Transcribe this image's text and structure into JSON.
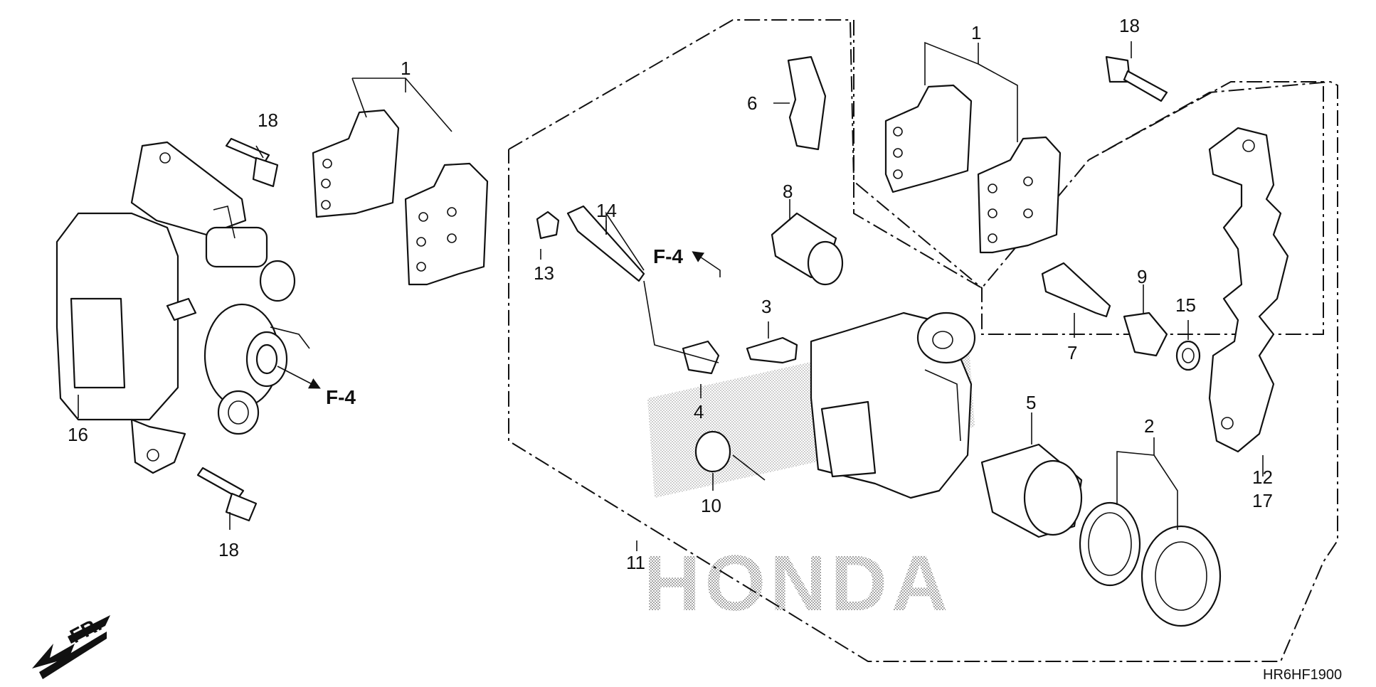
{
  "diagram": {
    "watermark": "HONDA",
    "diagram_code": "HR6HF1900",
    "direction_label": "FR.",
    "callouts": [
      {
        "id": "c-1a",
        "label": "1"
      },
      {
        "id": "c-1b",
        "label": "1"
      },
      {
        "id": "c-2",
        "label": "2"
      },
      {
        "id": "c-3",
        "label": "3"
      },
      {
        "id": "c-4",
        "label": "4"
      },
      {
        "id": "c-5",
        "label": "5"
      },
      {
        "id": "c-6",
        "label": "6"
      },
      {
        "id": "c-7",
        "label": "7"
      },
      {
        "id": "c-8",
        "label": "8"
      },
      {
        "id": "c-9",
        "label": "9"
      },
      {
        "id": "c-10",
        "label": "10"
      },
      {
        "id": "c-11",
        "label": "11"
      },
      {
        "id": "c-12",
        "label": "12"
      },
      {
        "id": "c-13",
        "label": "13"
      },
      {
        "id": "c-14",
        "label": "14"
      },
      {
        "id": "c-15",
        "label": "15"
      },
      {
        "id": "c-16",
        "label": "16"
      },
      {
        "id": "c-17",
        "label": "17"
      },
      {
        "id": "c-18a",
        "label": "18"
      },
      {
        "id": "c-18b",
        "label": "18"
      },
      {
        "id": "c-18c",
        "label": "18"
      }
    ],
    "references": [
      {
        "id": "r-left",
        "label": "F-4"
      },
      {
        "id": "r-center",
        "label": "F-4"
      }
    ]
  }
}
